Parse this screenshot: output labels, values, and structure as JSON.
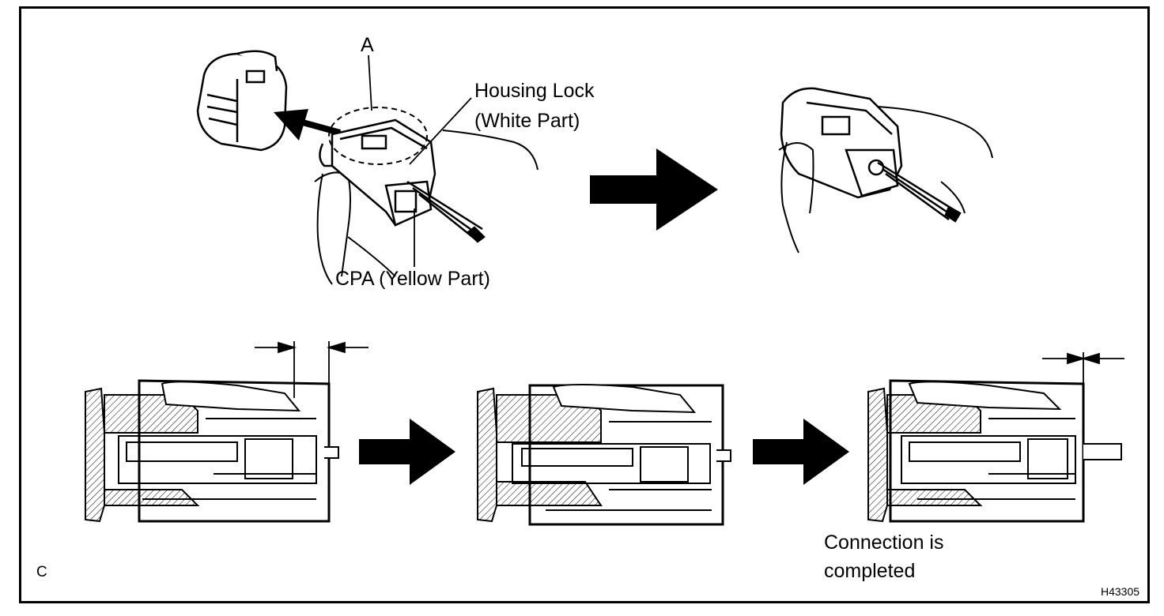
{
  "labels": {
    "a": "A",
    "housing_lock_line1": "Housing Lock",
    "housing_lock_line2": "(White Part)",
    "cpa": "CPA (Yellow Part)",
    "connection_line1": "Connection is",
    "connection_line2": "completed",
    "c": "C",
    "figure_id": "H43305"
  }
}
